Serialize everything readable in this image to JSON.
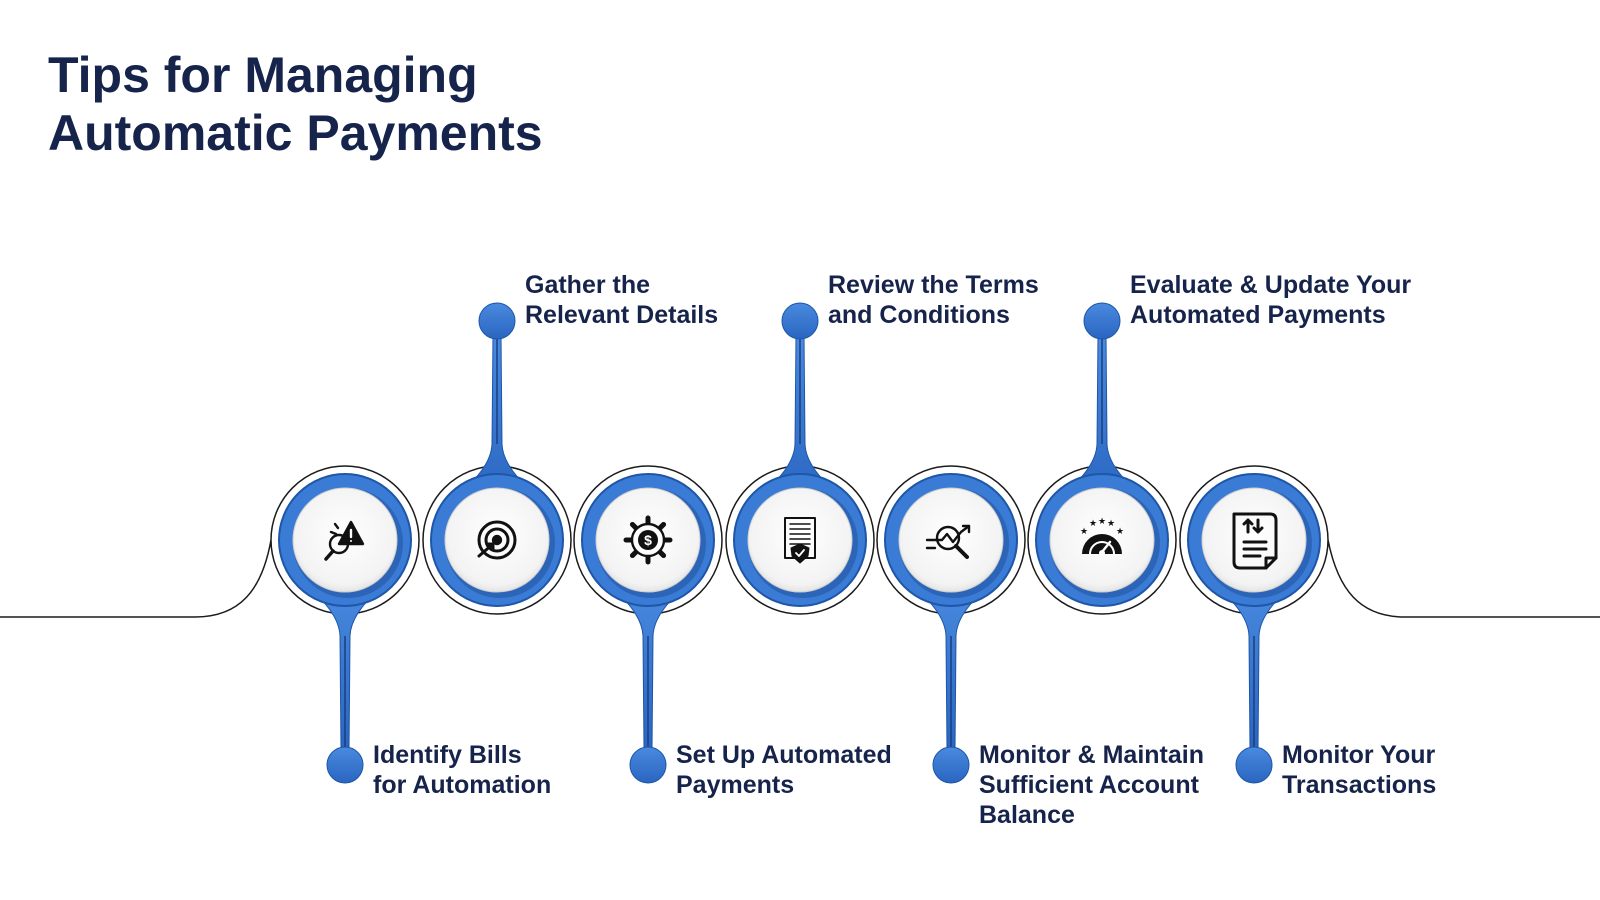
{
  "title": {
    "line1": "Tips for Managing",
    "line2": "Automatic Payments"
  },
  "colors": {
    "title": "#16234a",
    "accent": "#3a7bd5",
    "accent_dark": "#1e56a8",
    "ring": "#1b1b1b"
  },
  "steps": [
    {
      "label_lines": [
        "Identify Bills",
        "for Automation"
      ],
      "icon": "search-warning-icon",
      "position": "below"
    },
    {
      "label_lines": [
        "Gather the",
        "Relevant Details"
      ],
      "icon": "target-icon",
      "position": "above"
    },
    {
      "label_lines": [
        "Set Up Automated",
        "Payments"
      ],
      "icon": "dollar-gear-icon",
      "position": "below"
    },
    {
      "label_lines": [
        "Review the Terms",
        "and Conditions"
      ],
      "icon": "document-shield-icon",
      "position": "above"
    },
    {
      "label_lines": [
        "Monitor & Maintain",
        "Sufficient Account",
        "Balance"
      ],
      "icon": "magnifier-trend-icon",
      "position": "below"
    },
    {
      "label_lines": [
        "Evaluate & Update Your",
        "Automated Payments"
      ],
      "icon": "rating-gauge-icon",
      "position": "above"
    },
    {
      "label_lines": [
        "Monitor Your",
        "Transactions"
      ],
      "icon": "transactions-document-icon",
      "position": "below"
    }
  ]
}
